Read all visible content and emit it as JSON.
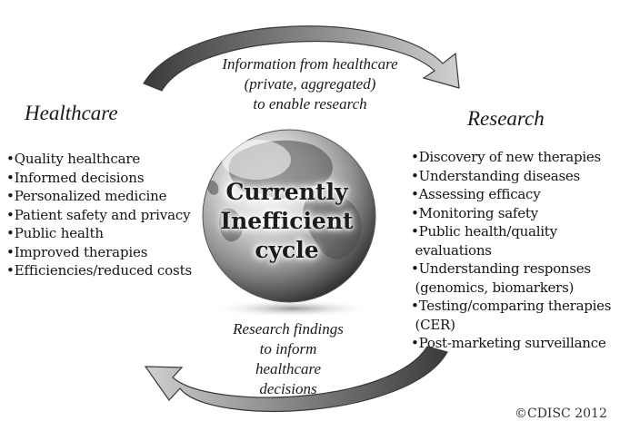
{
  "healthcare": {
    "title": "Healthcare",
    "items": [
      "•Quality healthcare",
      "•Informed decisions",
      "•Personalized medicine",
      "•Patient safety and privacy",
      "•Public health",
      "•Improved therapies",
      "•Efficiencies/reduced costs"
    ]
  },
  "research": {
    "title": "Research",
    "items": [
      "•Discovery of new therapies",
      "•Understanding diseases",
      "•Assessing efficacy",
      "•Monitoring safety",
      "•Public health/quality",
      " evaluations",
      "•Understanding responses",
      " (genomics, biomarkers)",
      "•Testing/comparing therapies",
      " (CER)",
      "•Post-marketing surveillance"
    ]
  },
  "top_flow": {
    "lines": [
      "Information from healthcare",
      "(private, aggregated)",
      "to enable research"
    ]
  },
  "bottom_flow": {
    "lines": [
      "Research findings",
      "to inform",
      "healthcare",
      "decisions"
    ]
  },
  "center": {
    "lines": [
      "Currently",
      "Inefficient",
      "cycle"
    ]
  },
  "copyright": "©CDISC 2012",
  "colors": {
    "arrow_dark": "#3c3c3c",
    "arrow_light": "#c9c9c9",
    "globe_light": "#f2f2f2",
    "globe_dark": "#2d2d2d"
  }
}
